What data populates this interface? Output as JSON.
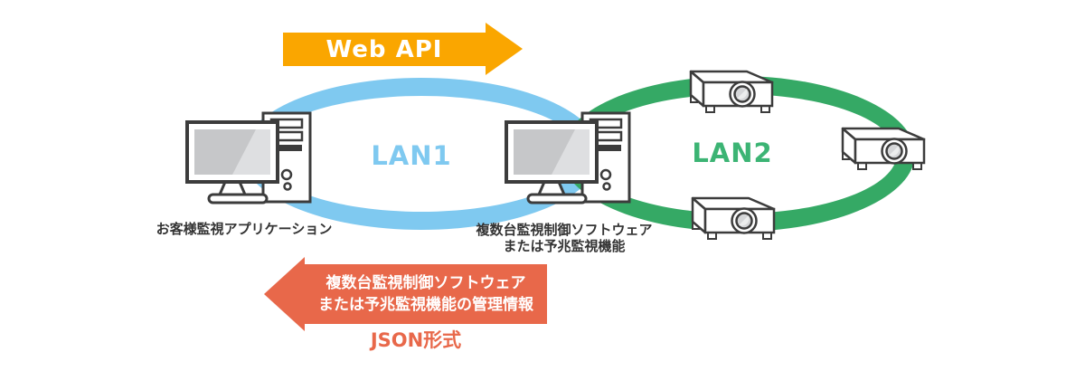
{
  "arrows": {
    "web_api": {
      "label": "Web API",
      "direction": "right",
      "color": "#faa600"
    },
    "response": {
      "line1": "複数台監視制御ソフトウェア",
      "line2": "または予兆監視機能の管理情報",
      "direction": "left",
      "color": "#e8684a",
      "format_label": "JSON形式"
    }
  },
  "networks": {
    "lan1": {
      "label": "LAN1",
      "color": "#7fc9f0"
    },
    "lan2": {
      "label": "LAN2",
      "color": "#3cb474",
      "ring_color": "#35a965"
    }
  },
  "nodes": {
    "customer_app": {
      "icon": "computer-icon",
      "caption": "お客様監視アプリケーション"
    },
    "monitor_software": {
      "icon": "computer-icon",
      "caption_line1": "複数台監視制御ソフトウェア",
      "caption_line2": "または予兆監視機能"
    },
    "projectors": {
      "icon": "projector-icon",
      "count": 3
    }
  }
}
